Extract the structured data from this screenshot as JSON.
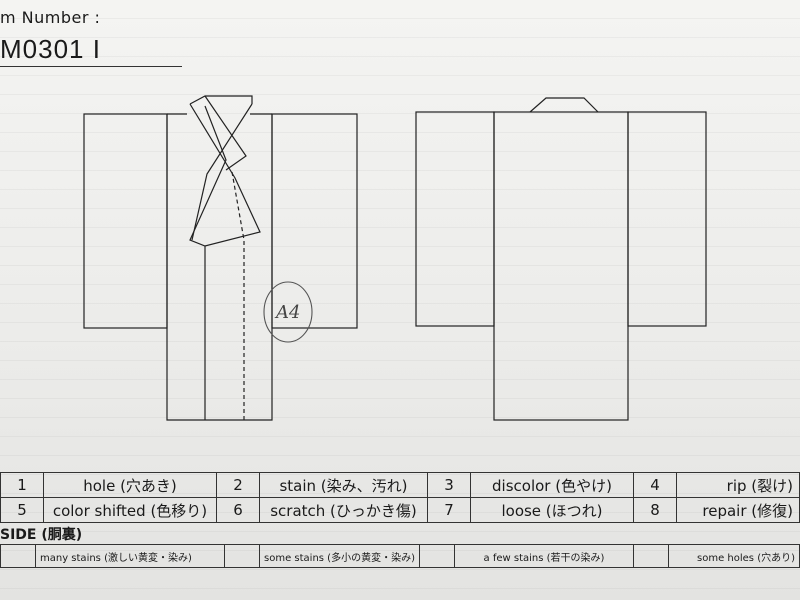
{
  "header": {
    "item_number_label": "m Number :",
    "item_number": "M0301   I"
  },
  "handwritten_note": "A4",
  "legend": [
    {
      "num": "1",
      "label": "hole (穴あき)"
    },
    {
      "num": "2",
      "label": "stain (染み、汚れ)"
    },
    {
      "num": "3",
      "label": "discolor (色やけ)"
    },
    {
      "num": "4",
      "label": "rip (裂け)"
    },
    {
      "num": "5",
      "label": "color shifted (色移り)"
    },
    {
      "num": "6",
      "label": "scratch (ひっかき傷)"
    },
    {
      "num": "7",
      "label": "loose (ほつれ)"
    },
    {
      "num": "8",
      "label": "repair (修復)"
    }
  ],
  "side_section": {
    "title": "SIDE (胴裏)",
    "options": [
      "many stains (激しい黄変・染み)",
      "some stains (多小の黄変・染み)",
      "a few stains (若干の染み)",
      "some holes (穴あり)"
    ]
  }
}
